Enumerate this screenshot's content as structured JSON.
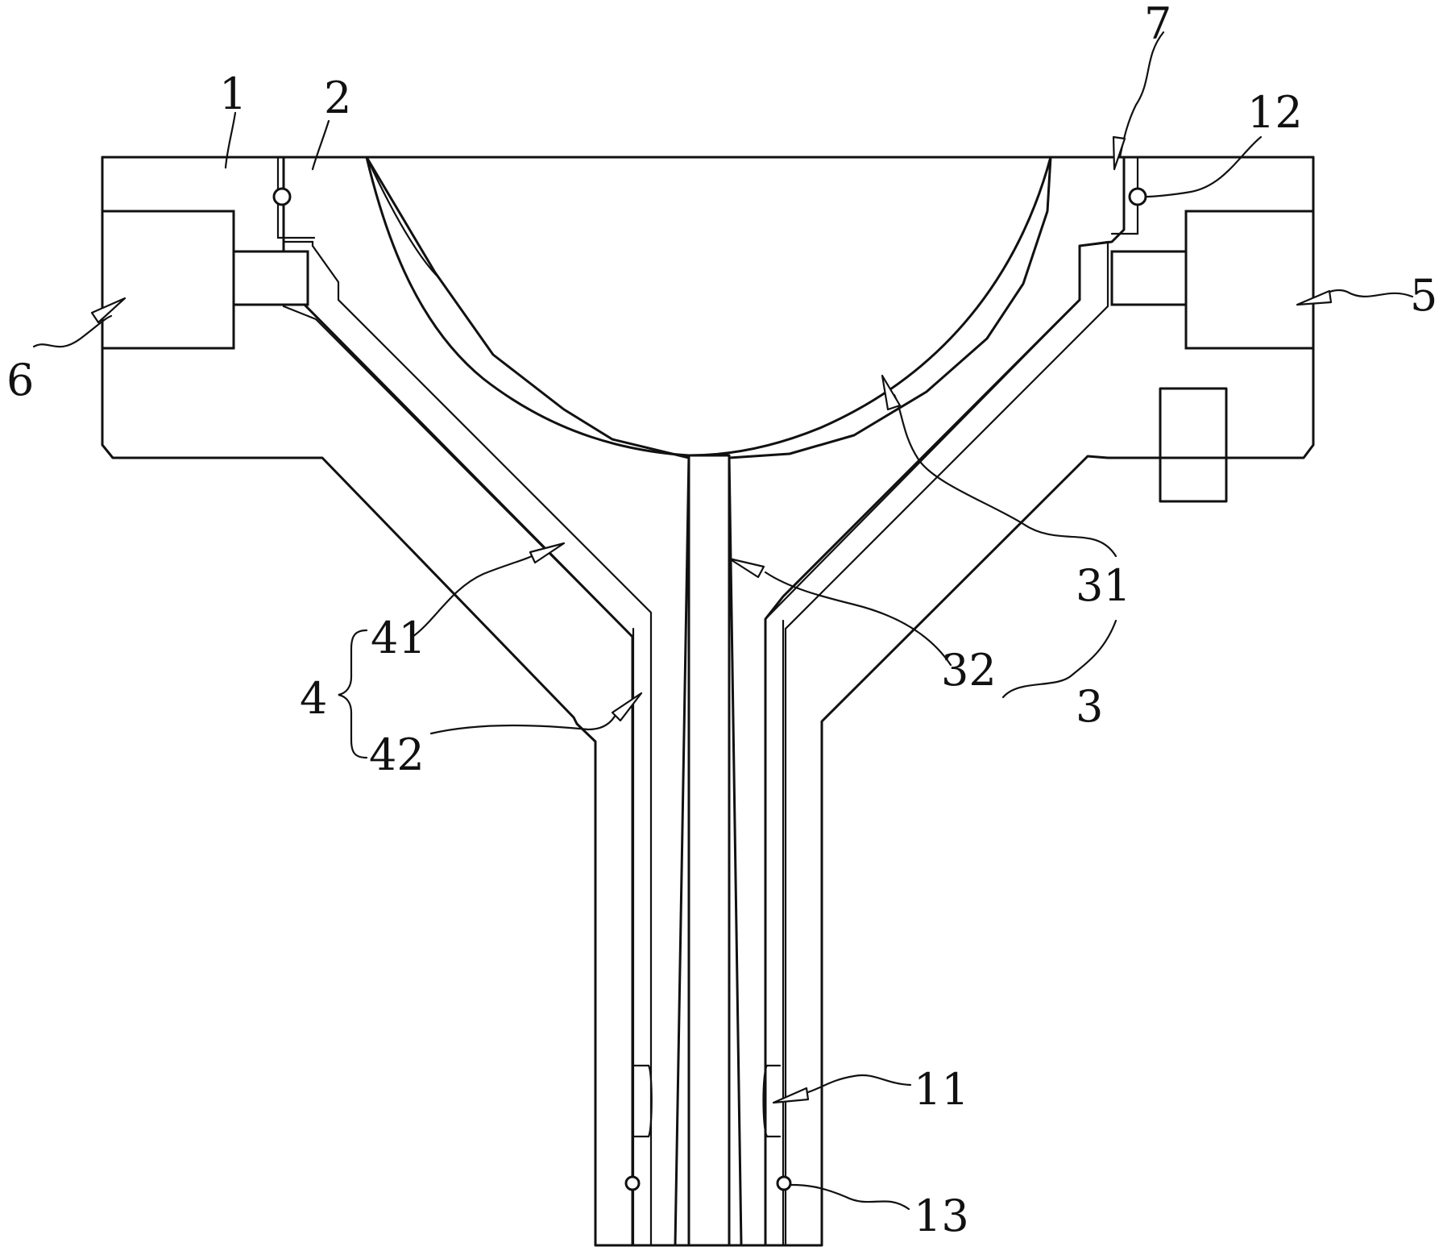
{
  "labels": {
    "l1": "1",
    "l2": "2",
    "l3": "3",
    "l4": "4",
    "l5": "5",
    "l6": "6",
    "l7": "7",
    "l11": "11",
    "l12": "12",
    "l13": "13",
    "l31": "31",
    "l32": "32",
    "l41": "41",
    "l42": "42"
  }
}
